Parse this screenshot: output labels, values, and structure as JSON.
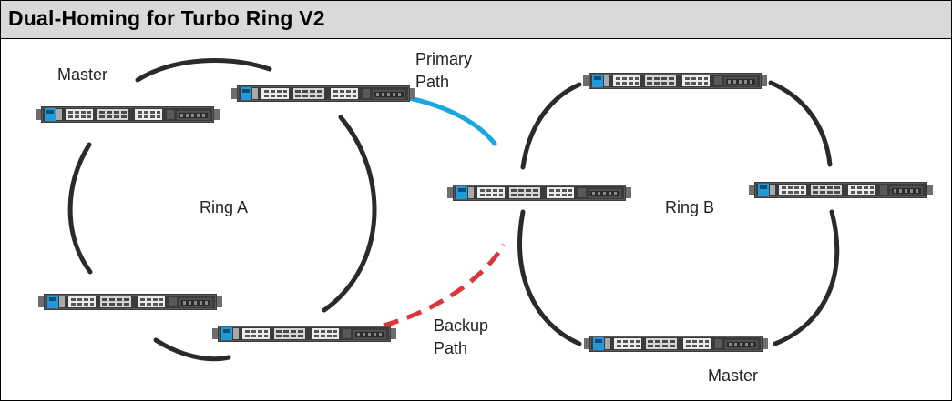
{
  "title": "Dual-Homing for Turbo Ring V2",
  "labels": {
    "master_a": "Master",
    "ring_a": "Ring A",
    "primary_line1": "Primary",
    "primary_line2": "Path",
    "ring_b": "Ring B",
    "backup_line1": "Backup",
    "backup_line2": "Path",
    "master_b": "Master"
  },
  "colors": {
    "ring_line": "#2a2a2a",
    "primary_path": "#1aa7e0",
    "backup_path": "#d9373b",
    "title_bar": "#d9d9d9"
  }
}
